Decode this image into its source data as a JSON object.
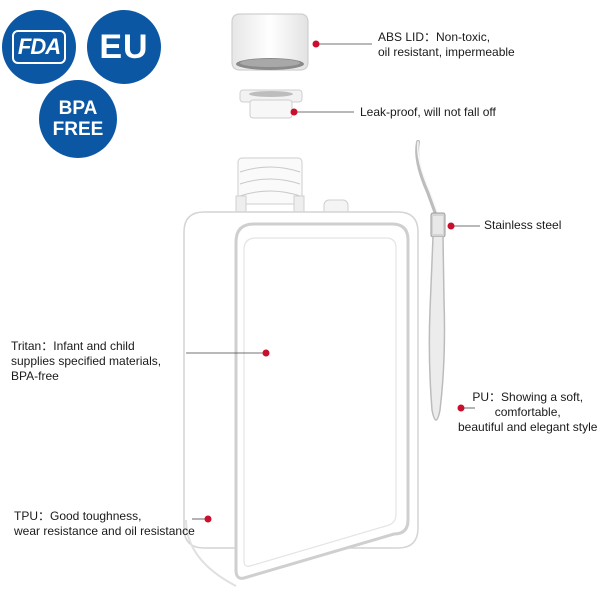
{
  "colors": {
    "badge_blue": "#0b57a4",
    "dot_red": "#c8102e",
    "leader_line": "#444444",
    "bottle_outline": "#d4d4d4"
  },
  "badges": {
    "fda": "FDA",
    "eu": "EU",
    "bpa_line1": "BPA",
    "bpa_line2": "FREE"
  },
  "callouts": {
    "lid_line1": "ABS LID：Non-toxic,",
    "lid_line2": "oil resistant, impermeable",
    "seal": "Leak-proof, will not fall off",
    "steel": "Stainless steel",
    "tritan_line1": "Tritan：Infant and child",
    "tritan_line2": "supplies specified materials,",
    "tritan_line3": "BPA-free",
    "pu_line1": "PU：Showing a soft,",
    "pu_line2": "comfortable,",
    "pu_line3": "beautiful and elegant style",
    "tpu_line1": "TPU：Good toughness,",
    "tpu_line2": "wear resistance and oil resistance"
  }
}
